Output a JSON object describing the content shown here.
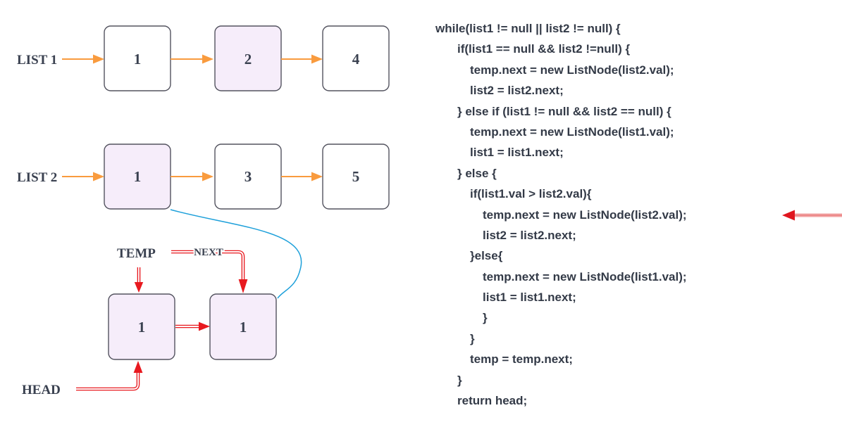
{
  "colors": {
    "accent_orange": "#f99b3e",
    "node_highlight_fill": "#f6edfa",
    "node_border": "#53535f",
    "arrow_red": "#e8191f",
    "curve_blue": "#1ea0da",
    "label_text": "#3a4150",
    "code_text": "#333a47",
    "code_arrow_line": "#f2a3a3"
  },
  "diagram": {
    "list1": {
      "label": "LIST 1",
      "nodes": [
        {
          "value": "1",
          "highlighted": false
        },
        {
          "value": "2",
          "highlighted": true
        },
        {
          "value": "4",
          "highlighted": false
        }
      ]
    },
    "list2": {
      "label": "LIST 2",
      "nodes": [
        {
          "value": "1",
          "highlighted": true
        },
        {
          "value": "3",
          "highlighted": false
        },
        {
          "value": "5",
          "highlighted": false
        }
      ]
    },
    "merged": {
      "temp_label": "TEMP",
      "next_label": "NEXT",
      "head_label": "HEAD",
      "nodes": [
        {
          "value": "1",
          "highlighted": true
        },
        {
          "value": "1",
          "highlighted": true
        }
      ]
    }
  },
  "code": {
    "lines": [
      {
        "text": "while(list1 != null || list2 != null) {",
        "indent": 0,
        "arrow": false
      },
      {
        "text": "if(list1 == null && list2 !=null) {",
        "indent": 1,
        "arrow": false
      },
      {
        "text": "temp.next = new ListNode(list2.val);",
        "indent": 2,
        "arrow": false
      },
      {
        "text": "list2 = list2.next;",
        "indent": 2,
        "arrow": false
      },
      {
        "text": "} else if (list1 != null && list2 == null) {",
        "indent": 1,
        "arrow": false
      },
      {
        "text": "temp.next = new ListNode(list1.val);",
        "indent": 2,
        "arrow": false
      },
      {
        "text": "list1 = list1.next;",
        "indent": 2,
        "arrow": false
      },
      {
        "text": "} else {",
        "indent": 1,
        "arrow": false
      },
      {
        "text": "if(list1.val > list2.val){",
        "indent": 2,
        "arrow": false
      },
      {
        "text": "temp.next = new ListNode(list2.val);",
        "indent": 3,
        "arrow": true
      },
      {
        "text": "list2 = list2.next;",
        "indent": 3,
        "arrow": false
      },
      {
        "text": "}else{",
        "indent": 2,
        "arrow": false
      },
      {
        "text": "temp.next = new ListNode(list1.val);",
        "indent": 3,
        "arrow": false
      },
      {
        "text": "list1 = list1.next;",
        "indent": 3,
        "arrow": false
      },
      {
        "text": "}",
        "indent": 3,
        "arrow": false
      },
      {
        "text": "}",
        "indent": 2,
        "arrow": false
      },
      {
        "text": "temp = temp.next;",
        "indent": 2,
        "arrow": false
      },
      {
        "text": "}",
        "indent": 1,
        "arrow": false
      },
      {
        "text": "return head;",
        "indent": 1,
        "arrow": false
      }
    ]
  }
}
